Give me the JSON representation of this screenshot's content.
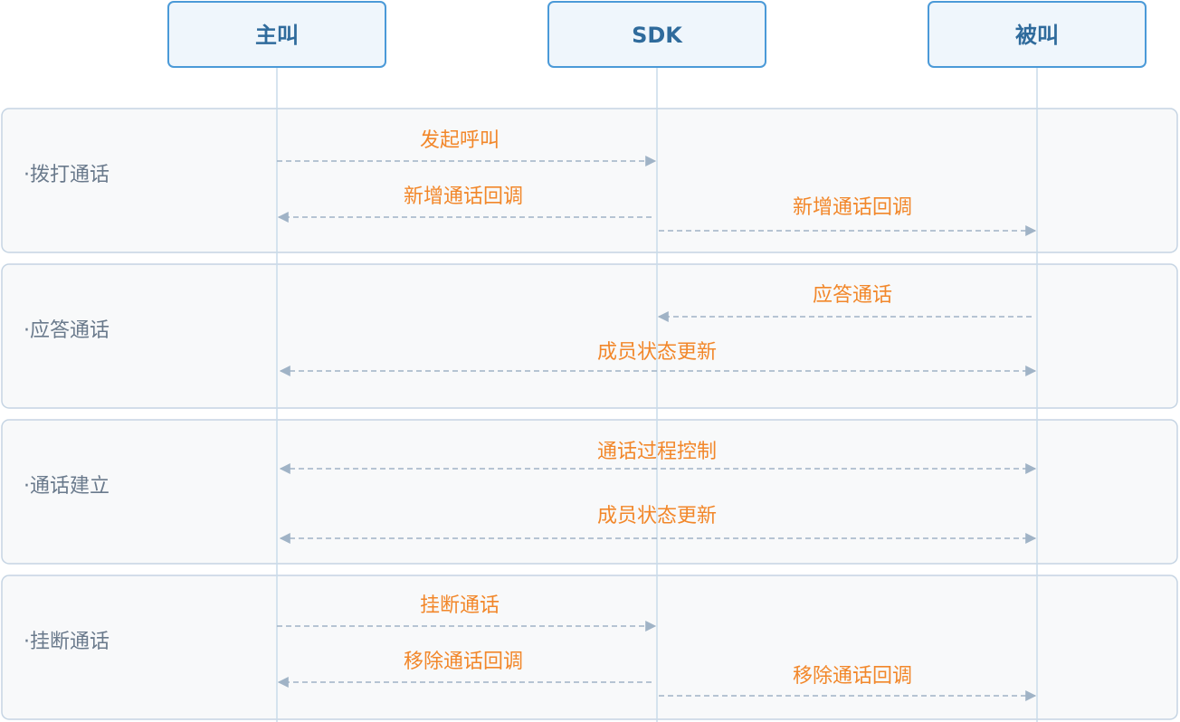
{
  "participants": [
    {
      "id": "caller",
      "label": "主叫"
    },
    {
      "id": "sdk",
      "label": "SDK"
    },
    {
      "id": "callee",
      "label": "被叫"
    }
  ],
  "phases": [
    {
      "id": "dial",
      "label": "·拨打通话"
    },
    {
      "id": "answer",
      "label": "·应答通话"
    },
    {
      "id": "established",
      "label": "·通话建立"
    },
    {
      "id": "hangup",
      "label": "·挂断通话"
    }
  ],
  "messages": [
    {
      "phase": "dial",
      "from": "caller",
      "to": "sdk",
      "label": "发起呼叫",
      "direction": "forward"
    },
    {
      "phase": "dial",
      "from": "sdk",
      "to": "caller",
      "label": "新增通话回调",
      "direction": "forward"
    },
    {
      "phase": "dial",
      "from": "sdk",
      "to": "callee",
      "label": "新增通话回调",
      "direction": "forward"
    },
    {
      "phase": "answer",
      "from": "callee",
      "to": "sdk",
      "label": "应答通话",
      "direction": "forward"
    },
    {
      "phase": "answer",
      "from": "caller",
      "to": "callee",
      "label": "成员状态更新",
      "direction": "both"
    },
    {
      "phase": "established",
      "from": "caller",
      "to": "callee",
      "label": "通话过程控制",
      "direction": "both"
    },
    {
      "phase": "established",
      "from": "caller",
      "to": "callee",
      "label": "成员状态更新",
      "direction": "both"
    },
    {
      "phase": "hangup",
      "from": "caller",
      "to": "sdk",
      "label": "挂断通话",
      "direction": "forward"
    },
    {
      "phase": "hangup",
      "from": "sdk",
      "to": "caller",
      "label": "移除通话回调",
      "direction": "forward"
    },
    {
      "phase": "hangup",
      "from": "sdk",
      "to": "callee",
      "label": "移除通话回调",
      "direction": "forward"
    }
  ],
  "colors": {
    "participant_border": "#4b9ad8",
    "participant_text": "#2f6b9c",
    "message_text": "#f2872a",
    "arrow": "#a0b3c6",
    "phase_text": "#6a7a8c"
  }
}
